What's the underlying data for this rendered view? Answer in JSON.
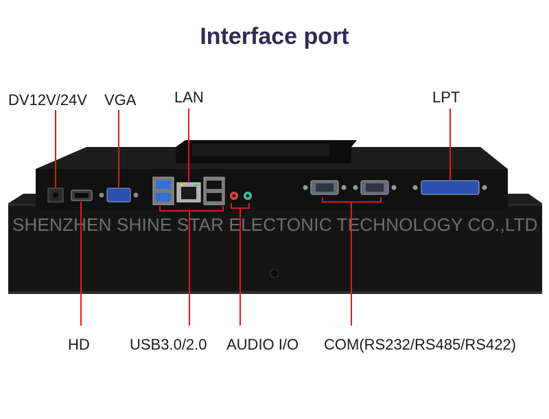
{
  "title": "Interface port",
  "labels": {
    "dc_in": "DV12V/24V",
    "vga": "VGA",
    "lan": "LAN",
    "lpt": "LPT",
    "hd": "HD",
    "usb": "USB3.0/2.0",
    "audio": "AUDIO I/O",
    "com": "COM(RS232/RS485/RS422)"
  },
  "watermark": "SHENZHEN SHINE STAR ELECTONIC TECHNOLOGY CO.,LTD",
  "colors": {
    "title": "#2e2b55",
    "pointer": "#e01a1a",
    "chassis": "#141414",
    "usb3_blue": "#2f6fd6",
    "vga_blue": "#2a4fb0",
    "lpt_blue": "#2a4fb0",
    "audio_red": "#e04545",
    "audio_green": "#3fbf9a"
  }
}
